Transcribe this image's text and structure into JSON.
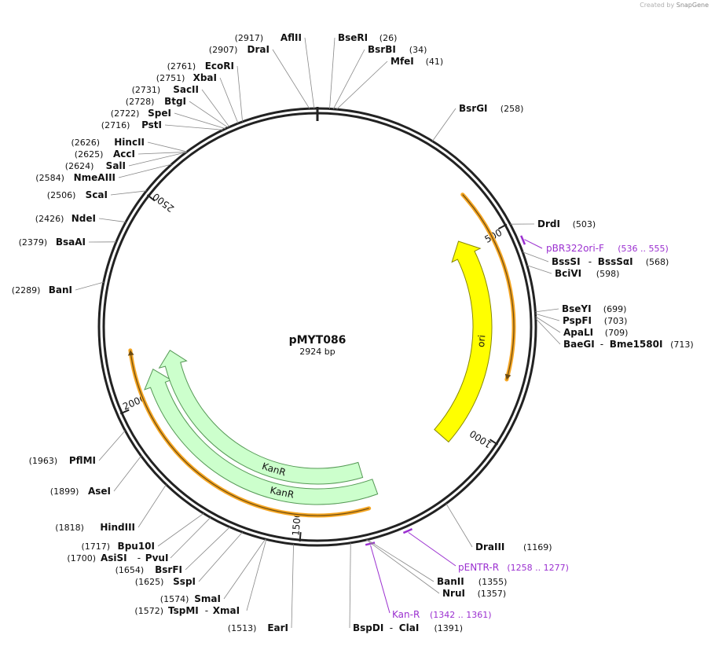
{
  "credit": {
    "prefix": "Created by",
    "brand": "SnapGene"
  },
  "plasmid": {
    "name": "pMYT086",
    "size_label": "2924 bp",
    "length": 2924
  },
  "ticks": [
    {
      "label": "500",
      "pos": 500
    },
    {
      "label": "1000",
      "pos": 1000
    },
    {
      "label": "1500",
      "pos": 1500
    },
    {
      "label": "2000",
      "pos": 2000
    },
    {
      "label": "2500",
      "pos": 2500
    }
  ],
  "features": [
    {
      "name": "ori",
      "label": "ori",
      "color": "#ffff00",
      "stroke": "#888800",
      "start": 1066,
      "end": 477,
      "dir": "ccw",
      "label_at": 771
    },
    {
      "name": "KanR",
      "label": "KanR",
      "color": "#ccffcc",
      "stroke": "#559955",
      "start": 1301,
      "end": 2076,
      "dir": "cw",
      "label_at": 1560
    },
    {
      "name": "KanR",
      "label": "KanR",
      "color": "#ccffcc",
      "stroke": "#559955",
      "start": 1326,
      "end": 2120,
      "dir": "cw",
      "label_at": 1600
    }
  ],
  "orange_arcs": [
    {
      "start": 387,
      "end": 857,
      "dir": "cw",
      "color": "#f5a623"
    },
    {
      "start": 1333,
      "end": 2135,
      "dir": "cw",
      "color": "#f5a623"
    }
  ],
  "primers": [
    {
      "name": "pBR322ori-F",
      "range": "(536 .. 555)",
      "pos": 545,
      "color": "#9b30d0"
    },
    {
      "name": "pENTR-R",
      "range": "(1258 .. 1277)",
      "pos": 1268,
      "color": "#9b30d0"
    },
    {
      "name": "Kan-R",
      "range": "(1342 .. 1361)",
      "pos": 1351,
      "color": "#9b30d0"
    }
  ],
  "sites": [
    {
      "name": "AflII",
      "pos_label": "(2917)",
      "pos": 2917
    },
    {
      "name": "DraI",
      "pos_label": "(2907)",
      "pos": 2907
    },
    {
      "name": "BseRI",
      "pos_label": "(26)",
      "pos": 26
    },
    {
      "name": "BsrBI",
      "pos_label": "(34)",
      "pos": 34
    },
    {
      "name": "MfeI",
      "pos_label": "(41)",
      "pos": 41
    },
    {
      "name": "EcoRI",
      "pos_label": "(2761)",
      "pos": 2761
    },
    {
      "name": "XbaI",
      "pos_label": "(2751)",
      "pos": 2751
    },
    {
      "name": "SacII",
      "pos_label": "(2731)",
      "pos": 2731
    },
    {
      "name": "BtgI",
      "pos_label": "(2728)",
      "pos": 2728
    },
    {
      "name": "SpeI",
      "pos_label": "(2722)",
      "pos": 2722
    },
    {
      "name": "PstI",
      "pos_label": "(2716)",
      "pos": 2716
    },
    {
      "name": "BsrGI",
      "pos_label": "(258)",
      "pos": 258
    },
    {
      "name": "HincII",
      "pos_label": "(2626)",
      "pos": 2626
    },
    {
      "name": "AccI",
      "pos_label": "(2625)",
      "pos": 2625
    },
    {
      "name": "SalI",
      "pos_label": "(2624)",
      "pos": 2624
    },
    {
      "name": "NmeAIII",
      "pos_label": "(2584)",
      "pos": 2584
    },
    {
      "name": "ScaI",
      "pos_label": "(2506)",
      "pos": 2506
    },
    {
      "name": "NdeI",
      "pos_label": "(2426)",
      "pos": 2426
    },
    {
      "name": "BsaAI",
      "pos_label": "(2379)",
      "pos": 2379
    },
    {
      "name": "BanI",
      "pos_label": "(2289)",
      "pos": 2289
    },
    {
      "name": "DrdI",
      "pos_label": "(503)",
      "pos": 503
    },
    {
      "name": "BssSI",
      "name2": "BssSαI",
      "pos_label": "(568)",
      "pos": 568
    },
    {
      "name": "BciVI",
      "pos_label": "(598)",
      "pos": 598
    },
    {
      "name": "BseYI",
      "pos_label": "(699)",
      "pos": 699
    },
    {
      "name": "PspFI",
      "pos_label": "(703)",
      "pos": 703
    },
    {
      "name": "ApaLI",
      "pos_label": "(709)",
      "pos": 709
    },
    {
      "name": "BaeGI",
      "name2": "Bme1580I",
      "pos_label": "(713)",
      "pos": 713
    },
    {
      "name": "PflMI",
      "pos_label": "(1963)",
      "pos": 1963
    },
    {
      "name": "AseI",
      "pos_label": "(1899)",
      "pos": 1899
    },
    {
      "name": "HindIII",
      "pos_label": "(1818)",
      "pos": 1818
    },
    {
      "name": "Bpu10I",
      "pos_label": "(1717)",
      "pos": 1717
    },
    {
      "name": "AsiSI",
      "name2": "PvuI",
      "pos_label": "(1700)",
      "pos": 1700
    },
    {
      "name": "BsrFI",
      "pos_label": "(1654)",
      "pos": 1654
    },
    {
      "name": "SspI",
      "pos_label": "(1625)",
      "pos": 1625
    },
    {
      "name": "SmaI",
      "pos_label": "(1574)",
      "pos": 1574
    },
    {
      "name": "TspMI",
      "name2": "XmaI",
      "pos_label": "(1572)",
      "pos": 1572
    },
    {
      "name": "EarI",
      "pos_label": "(1513)",
      "pos": 1513
    },
    {
      "name": "BspDI",
      "name2": "ClaI",
      "pos_label": "(1391)",
      "pos": 1391
    },
    {
      "name": "NruI",
      "pos_label": "(1357)",
      "pos": 1357
    },
    {
      "name": "BanII",
      "pos_label": "(1355)",
      "pos": 1355
    },
    {
      "name": "DraIII",
      "pos_label": "(1169)",
      "pos": 1169
    }
  ]
}
